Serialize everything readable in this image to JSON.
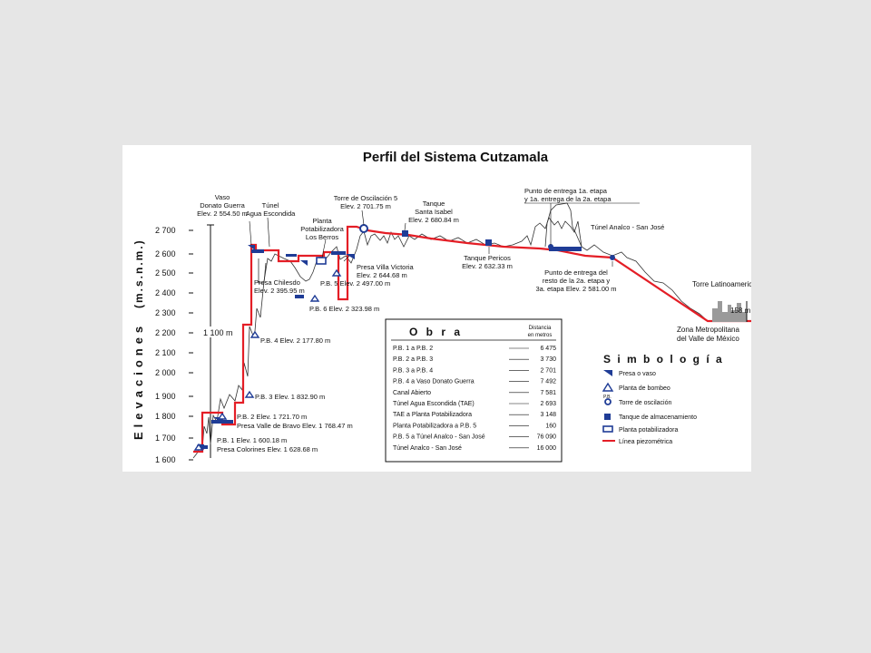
{
  "title": "Perfil del Sistema Cutzamala",
  "y_axis": {
    "title": "Elevaciones",
    "unit": "(m.s.n.m.)",
    "ticks": [
      "2 700",
      "2 600",
      "2 500",
      "2 400",
      "2 300",
      "2 200",
      "2 100",
      "2 000",
      "1 900",
      "1 800",
      "1 700",
      "1 600"
    ],
    "range": [
      1600,
      2700
    ]
  },
  "colors": {
    "background": "#e6e6e6",
    "piezometric": "#e41e26",
    "structure": "#1f3c96",
    "terrain": "#333333"
  },
  "annotations": {
    "vaso_donato": [
      "Vaso",
      "Donato Guerra",
      "Elev. 2 554.50 m"
    ],
    "tunel_agua": [
      "Túnel",
      "Agua Escondida"
    ],
    "planta_berros": [
      "Planta",
      "Potabilizadora",
      "Los Berros"
    ],
    "torre5": [
      "Torre de Oscilación 5",
      "Elev. 2 701.75 m"
    ],
    "tanque_isabel": [
      "Tanque",
      "Santa Isabel",
      "Elev. 2 680.84 m"
    ],
    "punto_entrega_1": [
      "Punto de entrega 1a. etapa",
      "y 1a. entrega de la 2a. etapa"
    ],
    "tunel_analco": "Túnel Analco - San José",
    "presa_chilesdo": [
      "Presa Chilesdo",
      "Elev. 2 395.95 m"
    ],
    "presa_villa": [
      "Presa Villa Victoria",
      "Elev. 2 644.68 m"
    ],
    "pb5": "P.B. 5  Elev. 2 497.00 m",
    "pb6": "P.B. 6  Elev. 2 323.98 m",
    "tanque_pericos": [
      "Tanque Pericos",
      "Elev. 2 632.33 m"
    ],
    "punto_entrega_2": [
      "Punto de entrega del",
      "resto de la 2a. etapa y",
      "3a. etapa  Elev. 2 581.00 m"
    ],
    "torre_latino": "Torre Latinoamericana",
    "torre_height": "158 m",
    "zona_metro": [
      "Zona Metropolitana",
      "del Valle de México"
    ],
    "height_1100": "1 100 m",
    "pb4": "P.B. 4  Elev. 2 177.80 m",
    "pb3": "P.B. 3  Elev. 1 832.90 m",
    "pb2": [
      "P.B. 2  Elev. 1 721.70 m",
      "Presa Valle de Bravo  Elev. 1 768.47 m"
    ],
    "pb1": [
      "P.B. 1  Elev. 1 600.18 m",
      "Presa Colorines  Elev. 1 628.68 m"
    ]
  },
  "works_table": {
    "title": "O b r a",
    "distance_header": [
      "Distancia",
      "en metros"
    ],
    "rows": [
      {
        "work": "P.B. 1  a  P.B. 2",
        "distance": "6 475"
      },
      {
        "work": "P.B. 2  a  P.B. 3",
        "distance": "3 730"
      },
      {
        "work": "P.B. 3  a  P.B. 4",
        "distance": "2 701"
      },
      {
        "work": "P.B. 4  a Vaso Donato Guerra",
        "distance": "7 492"
      },
      {
        "work": "Canal Abierto",
        "distance": "7 581"
      },
      {
        "work": "Túnel Agua Escondida (TAE)",
        "distance": "2 693"
      },
      {
        "work": "TAE a Planta Potabilizadora",
        "distance": "3 148"
      },
      {
        "work": "Planta Potabilizadora a P.B. 5",
        "distance": "160"
      },
      {
        "work": "P.B. 5  a Túnel Analco - San José",
        "distance": "76 090"
      },
      {
        "work": "Túnel Analco - San José",
        "distance": "16 000"
      }
    ]
  },
  "legend": {
    "title": "S i m b o l o g í a",
    "items": [
      {
        "label": "Presa o vaso",
        "icon": "dam-icon"
      },
      {
        "label": "Planta de bombeo",
        "icon": "pump-plant-icon"
      },
      {
        "label": "Torre de oscilación",
        "icon": "surge-tower-icon"
      },
      {
        "label": "Tanque de almacenamiento",
        "icon": "storage-tank-icon"
      },
      {
        "label": "Planta potabilizadora",
        "icon": "treatment-plant-icon"
      },
      {
        "label": "Línea piezométrica",
        "icon": "piezometric-line-icon"
      }
    ],
    "pump_tag": "P.B."
  }
}
